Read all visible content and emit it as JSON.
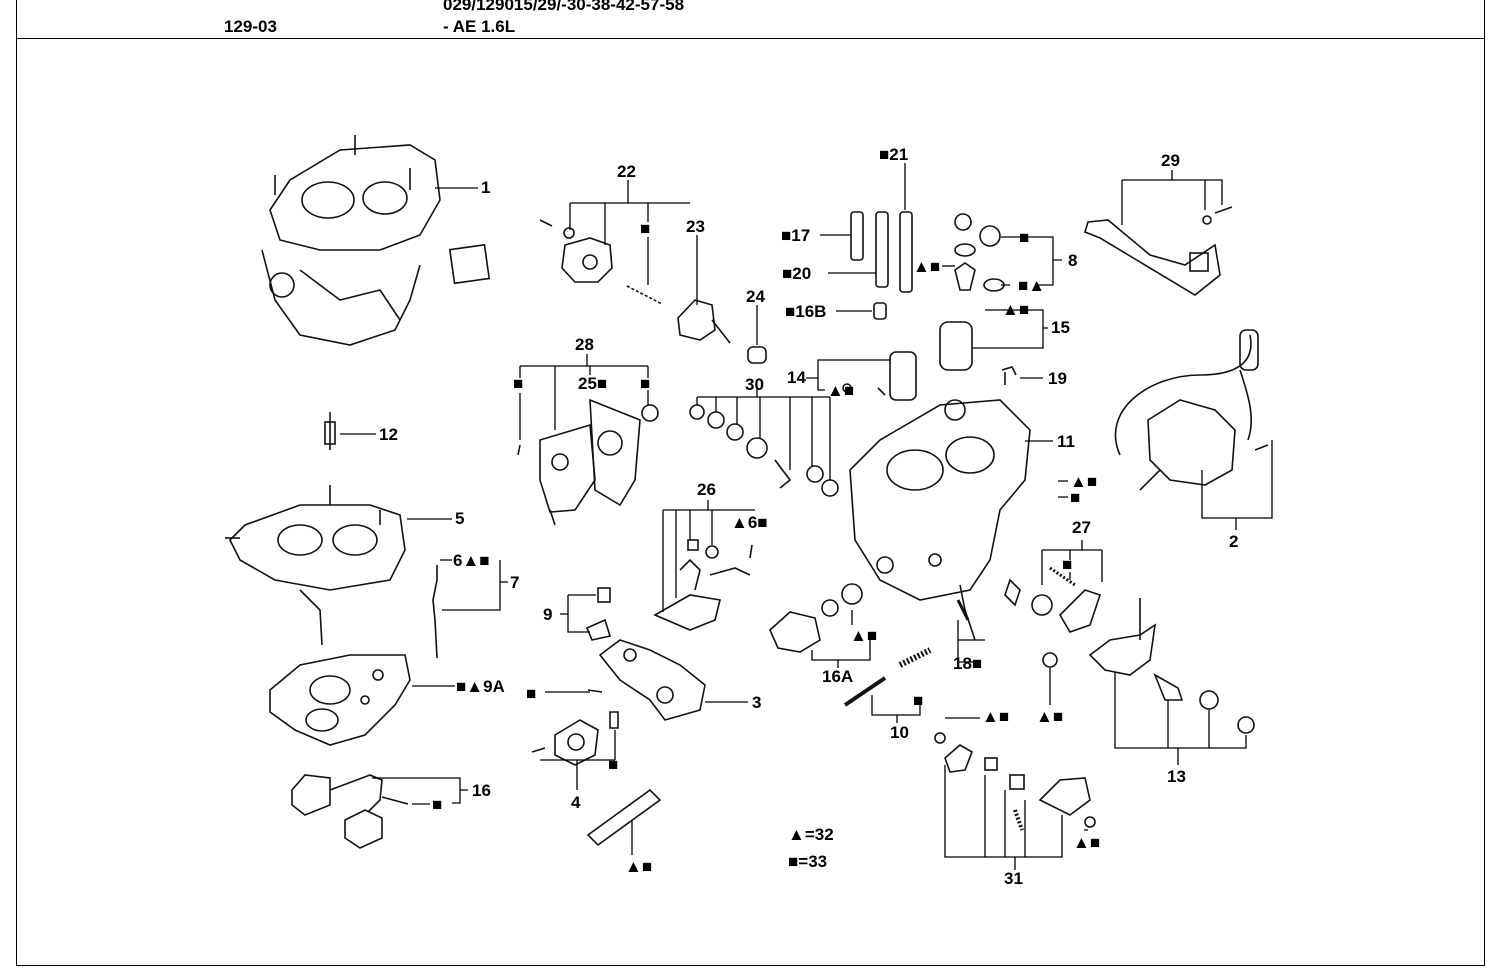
{
  "header": {
    "code": "129-03",
    "title_line1": "029/129015/29/-30-38-42-57-58",
    "title_line2": "- AE 1.6L"
  },
  "legend": {
    "triangle": "▲=32",
    "square": "■=33"
  },
  "callouts": {
    "c1": "1",
    "c2": "2",
    "c3": "3",
    "c4": "4",
    "c5": "5",
    "c6": "6▲■",
    "c7": "7",
    "c8": "8",
    "c9": "9",
    "c9a": "■▲9A",
    "c10": "10",
    "c11": "11",
    "c12": "12",
    "c13": "13",
    "c14": "14",
    "c14b": "▲■",
    "c15": "15",
    "c15b": "▲■",
    "c16": "16",
    "c16a": "16A",
    "c16b": "■16B",
    "c17": "■17",
    "c18": "18■",
    "c19": "19",
    "c2x": "20",
    "c20": "■20",
    "c21": "■21",
    "c22": "22",
    "c23": "23",
    "c24": "24",
    "c25": "25■",
    "c26": "26",
    "c26b": "▲6■",
    "c27": "27",
    "c28": "28",
    "c29": "29",
    "c30": "30",
    "c31": "31",
    "c8a": "▲■",
    "c8b": "■",
    "c8c": "■▲",
    "c11a": "▲■",
    "c11b": "■",
    "c13a": "▲■",
    "c31a": "▲■",
    "c31b": "▲■",
    "c31c": "▲■",
    "c3a": "■",
    "c4a": "■",
    "c10a": "■",
    "c16aa": "▲■",
    "c16s": "■",
    "c22s": "■",
    "c28a": "■",
    "c28b": "■",
    "c27s": "■",
    "cbot": "▲■"
  }
}
